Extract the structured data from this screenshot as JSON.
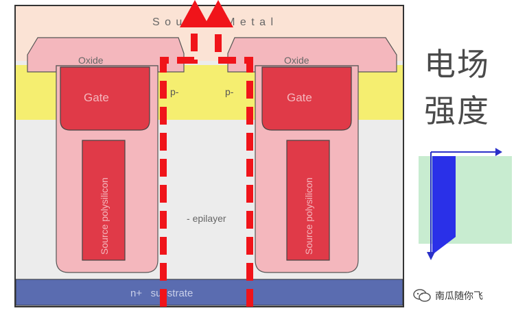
{
  "diagram": {
    "labels": {
      "source_metal": "Source Metal",
      "oxide_left": "Oxide",
      "oxide_right": "Oxide",
      "gate_left": "Gate",
      "gate_right": "Gate",
      "p_left": "p-",
      "p_right": "p-",
      "source_poly_left": "Source polysilicon",
      "source_poly_right": "Source polysilicon",
      "epilayer": "epilayer",
      "substrate": "n+   substrate"
    },
    "colors": {
      "metal": "#fbe3d5",
      "oxide": "#f4b7bd",
      "gate": "#e03a48",
      "p_region": "#f5ee70",
      "epi": "#ececec",
      "substrate": "#5a6cb0",
      "current_path": "#f0141a"
    }
  },
  "side_panel": {
    "title_line1": "电场",
    "title_line2": "强度",
    "arrow_color": "#2a30c8",
    "band_color": "#c8ecd0"
  },
  "watermark": {
    "icon": "wechat-icon",
    "text": "南瓜随你飞"
  }
}
